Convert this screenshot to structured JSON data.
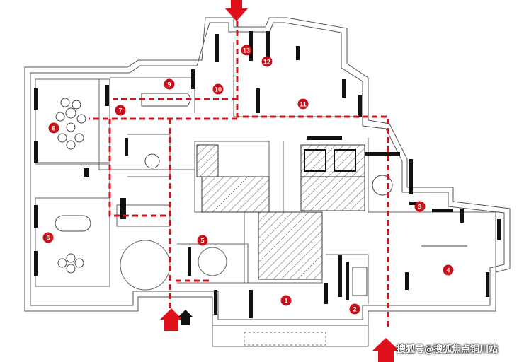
{
  "markers": [
    {
      "label": "1"
    },
    {
      "label": "2"
    },
    {
      "label": "3"
    },
    {
      "label": "4"
    },
    {
      "label": "5"
    },
    {
      "label": "6"
    },
    {
      "label": "7"
    },
    {
      "label": "8"
    },
    {
      "label": "9"
    },
    {
      "label": "10"
    },
    {
      "label": "11"
    },
    {
      "label": "12"
    },
    {
      "label": "13"
    }
  ],
  "watermark": "搜狐号@搜狐焦点铜川站",
  "colors": {
    "marker": "#c8101a",
    "route": "#d4141c",
    "arrow": "#e0101a",
    "wall": "#111111",
    "outline": "#555555"
  },
  "icons": [
    "entry-arrow-icon",
    "entry-arrow-icon",
    "entry-arrow-icon",
    "entry-arrow-icon"
  ]
}
